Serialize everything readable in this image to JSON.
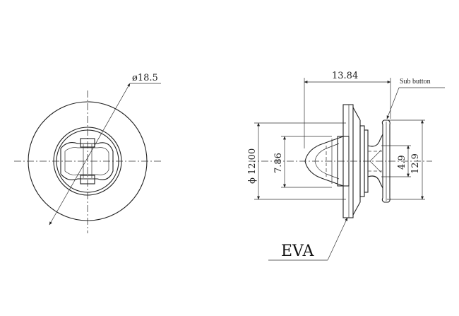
{
  "front_view": {
    "diameter_label": "ø18.5"
  },
  "side_view": {
    "length_label": "13.84",
    "sub_button_label": "Sub button",
    "dia_label": "ϕ 12.00",
    "inner_label": "7.86",
    "small_label": "4.9",
    "large_label": "12.9",
    "material_label": "EVA"
  },
  "colors": {
    "line": "#222222",
    "background": "#ffffff"
  }
}
